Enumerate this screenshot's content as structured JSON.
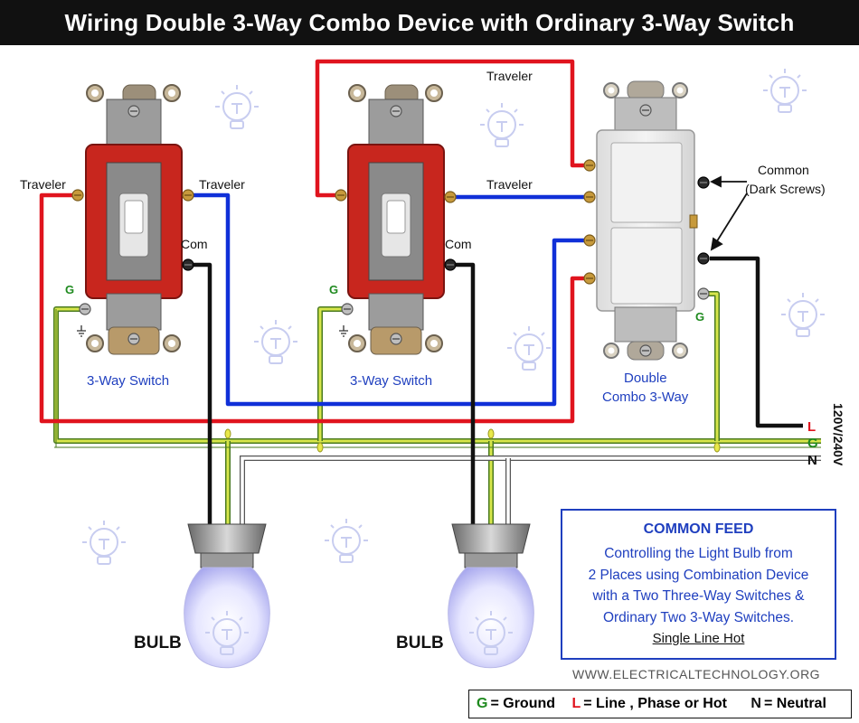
{
  "title": "Wiring Double 3-Way Combo Device with Ordinary 3-Way Switch",
  "labels": {
    "sw1_traveler_left": "Traveler",
    "sw1_traveler_right": "Traveler",
    "sw1_com": "Com",
    "sw1_ground": "G",
    "sw1_name": "3-Way Switch",
    "sw2_traveler_top": "Traveler",
    "sw2_traveler_right": "Traveler",
    "sw2_com": "Com",
    "sw2_ground": "G",
    "sw2_name": "3-Way Switch",
    "combo_common_line1": "Common",
    "combo_common_line2": "(Dark Screws)",
    "combo_ground": "G",
    "combo_name_line1": "Double",
    "combo_name_line2": "Combo 3-Way",
    "bulb1": "BULB",
    "bulb2": "BULB",
    "supply_voltage": "120V/240V",
    "supply_L": "L",
    "supply_G": "G",
    "supply_N": "N"
  },
  "feed_box": {
    "title": "COMMON FEED",
    "lines": [
      "Controlling the Light Bulb from",
      "2 Places using Combination Device",
      "with a Two Three-Way Switches &",
      "Ordinary Two 3-Way Switches."
    ],
    "footer": "Single Line Hot"
  },
  "website": "WWW.ELECTRICALTECHNOLOGY.ORG",
  "legend": {
    "g_letter": "G",
    "g_text": "= Ground",
    "l_letter": "L",
    "l_text": "= Line , Phase or Hot",
    "n_letter": "N",
    "n_text": "= Neutral"
  },
  "colors": {
    "line_hot": "#e0141e",
    "traveler": "#1030d8",
    "ground": "#7ac943",
    "neutral": "#ffffff",
    "switch_body": "#c8261e",
    "label_blue": "#1f3fbf",
    "label_green": "#1f8a1f"
  }
}
